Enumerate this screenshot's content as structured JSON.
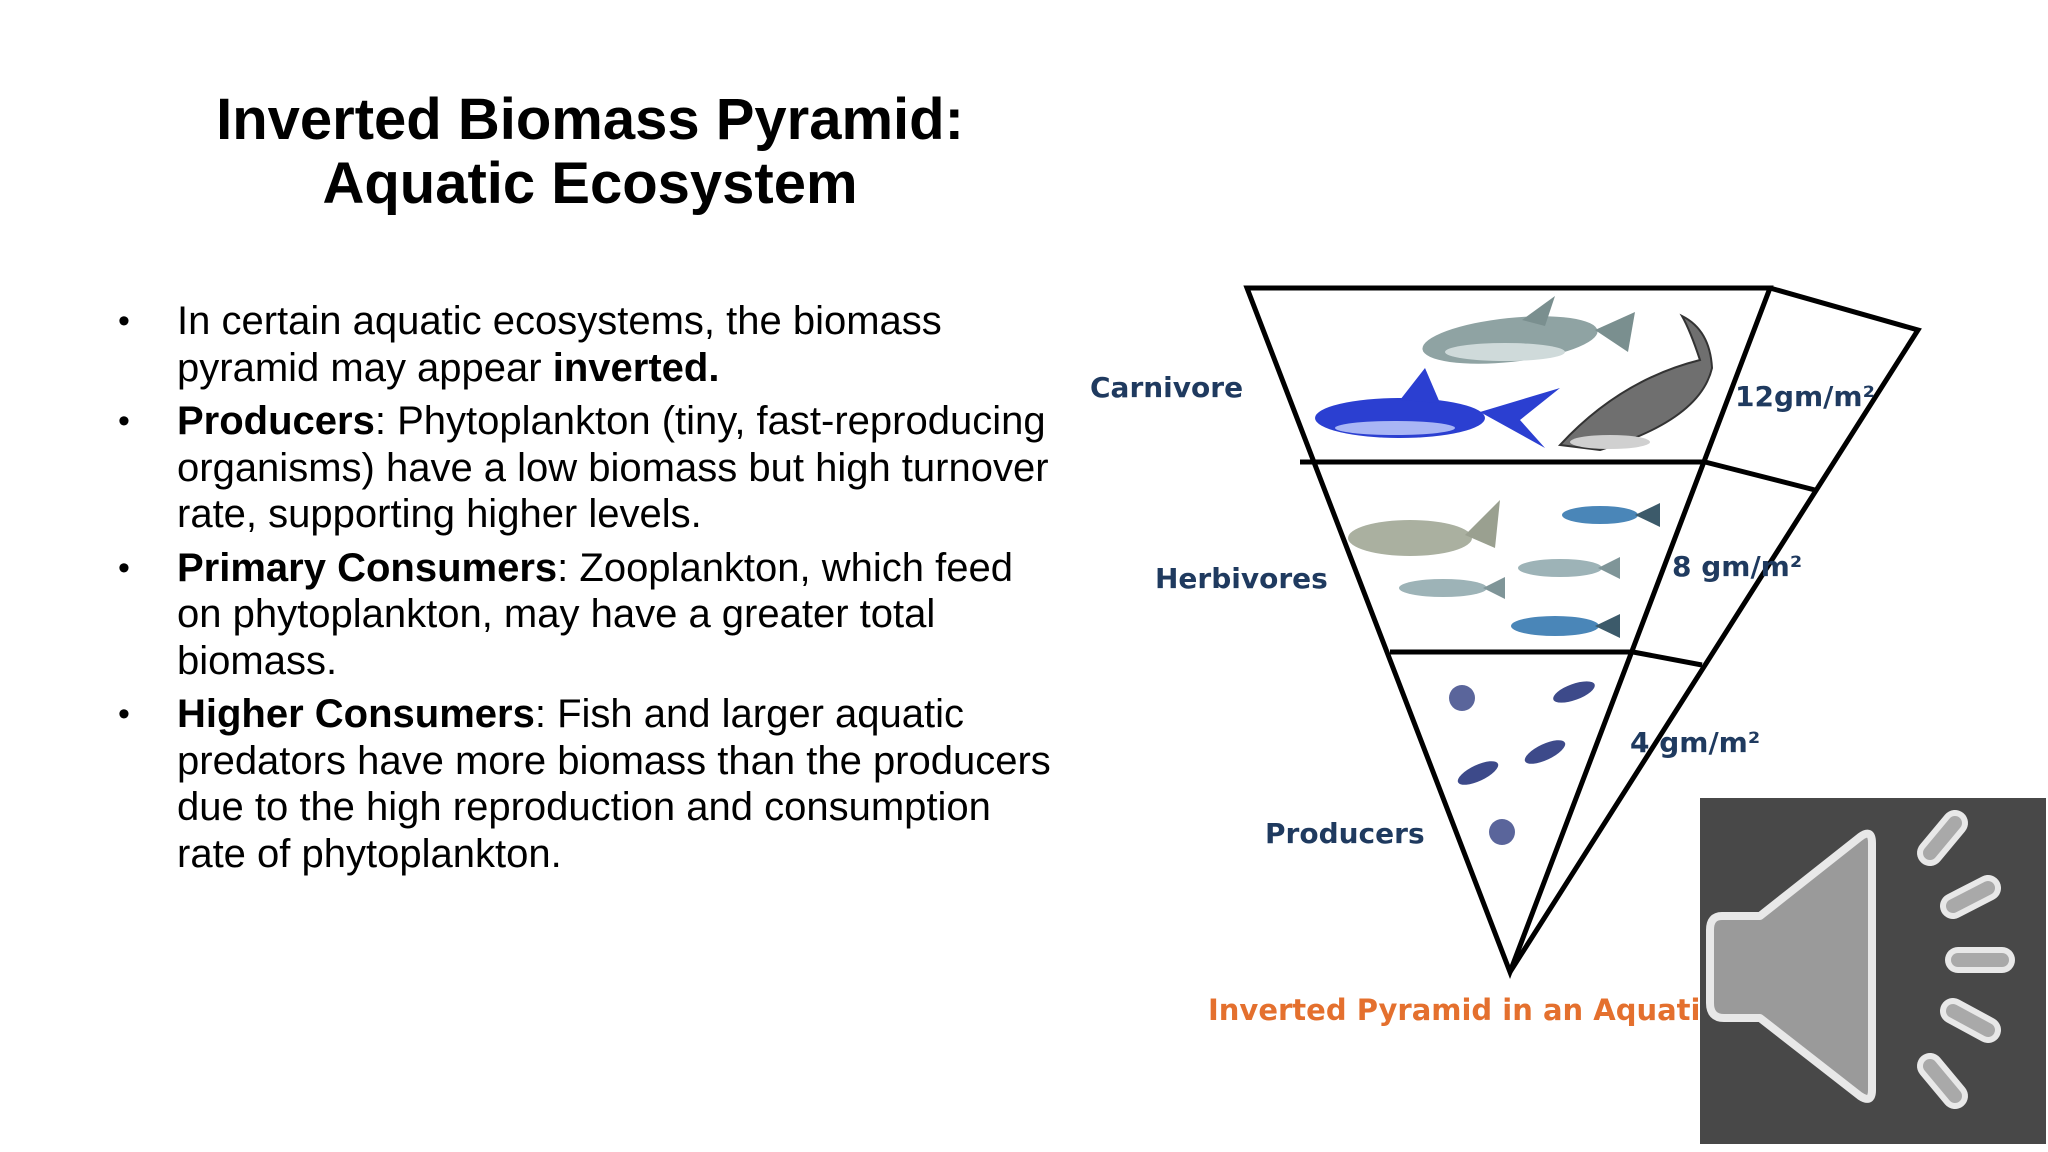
{
  "slide": {
    "title_line1": "Inverted Biomass Pyramid:",
    "title_line2": "Aquatic Ecosystem"
  },
  "bullets": [
    {
      "lead": "",
      "text": "In certain aquatic ecosystems, the biomass pyramid may appear ",
      "bold_tail": "inverted."
    },
    {
      "lead": "Producers",
      "text": ": Phytoplankton (tiny, fast-reproducing organisms) have a low biomass but high turnover rate, supporting higher levels.",
      "bold_tail": ""
    },
    {
      "lead": "Primary Consumers",
      "text": ": Zooplankton, which feed on phytoplankton, may have a greater total biomass.",
      "bold_tail": ""
    },
    {
      "lead": "Higher Consumers",
      "text": ": Fish and larger aquatic predators have more biomass than the producers due to the high reproduction and consumption rate of phytoplankton.",
      "bold_tail": ""
    }
  ],
  "diagram": {
    "levels": [
      {
        "label": "Carnivore",
        "value": "12gm/m²"
      },
      {
        "label": "Herbivores",
        "value": "8 gm/m²"
      },
      {
        "label": "Producers",
        "value": "4 gm/m²"
      }
    ],
    "caption": "Inverted Pyramid in an Aquatic",
    "colors": {
      "label": "#1f3a5f",
      "caption": "#e4702e",
      "outline": "#000000"
    }
  },
  "audio": {
    "icon": "speaker-icon",
    "bg": "#484848"
  }
}
